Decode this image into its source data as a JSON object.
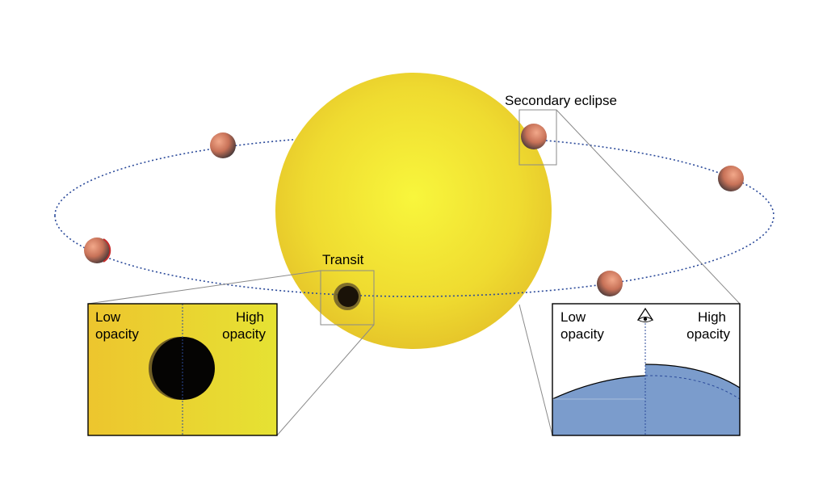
{
  "labels": {
    "transit": "Transit",
    "secondary_eclipse": "Secondary eclipse"
  },
  "transit_inset": {
    "left_line1": "Low",
    "left_line2": "opacity",
    "right_line1": "High",
    "right_line2": "opacity"
  },
  "eclipse_inset": {
    "left_line1": "Low",
    "left_line2": "opacity",
    "right_line1": "High",
    "right_line2": "opacity"
  },
  "colors": {
    "star_center": "#f7f43a",
    "star_edge": "#e8c72a",
    "orbit": "#2b4a9a",
    "planet": "#d98a6a",
    "planet_dark": "#4a3a3a",
    "atmosphere": "#7b9ccc",
    "inset_border": "#000000",
    "zoom_line": "#8a8a8a"
  }
}
